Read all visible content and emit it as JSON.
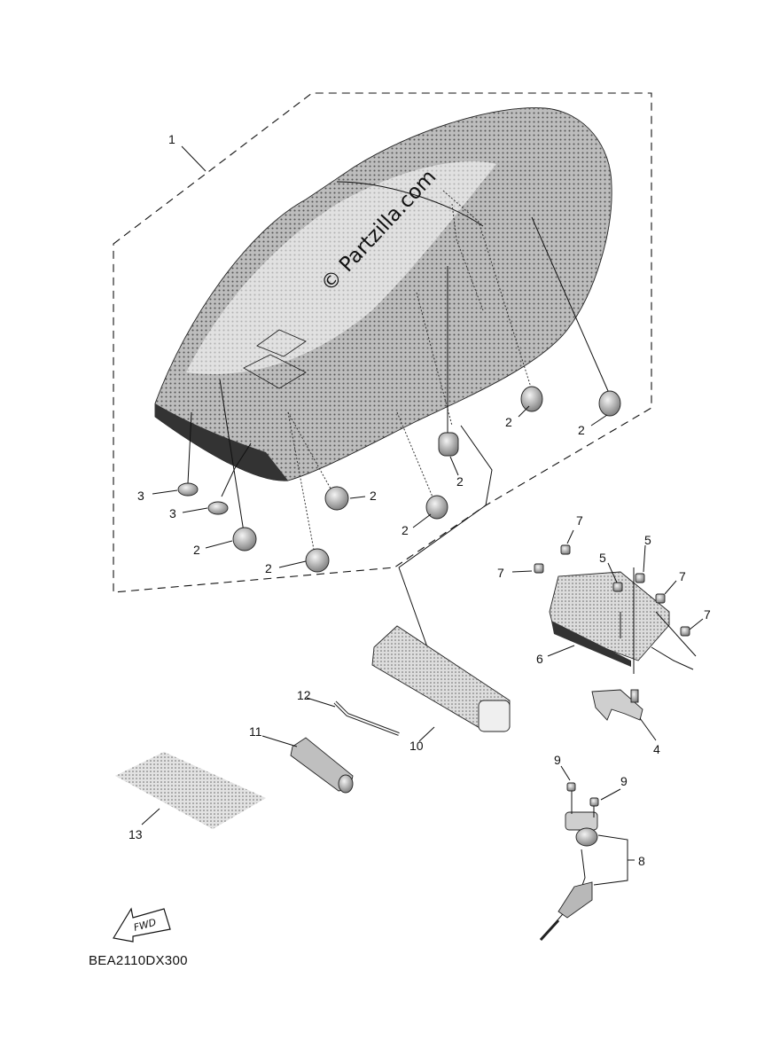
{
  "watermark": "© Partzilla.com",
  "diagram_code": "BEA2110DX300",
  "fwd_label": "FWD",
  "colors": {
    "ink": "#111111",
    "shade": "#8c8c8c",
    "paper": "#ffffff"
  },
  "callouts": [
    {
      "id": "c1",
      "text": "1"
    },
    {
      "id": "c2a",
      "text": "2"
    },
    {
      "id": "c2b",
      "text": "2"
    },
    {
      "id": "c2c",
      "text": "2"
    },
    {
      "id": "c2d",
      "text": "2"
    },
    {
      "id": "c2e",
      "text": "2"
    },
    {
      "id": "c2f",
      "text": "2"
    },
    {
      "id": "c2g",
      "text": "2"
    },
    {
      "id": "c3a",
      "text": "3"
    },
    {
      "id": "c3b",
      "text": "3"
    },
    {
      "id": "c4",
      "text": "4"
    },
    {
      "id": "c5a",
      "text": "5"
    },
    {
      "id": "c5b",
      "text": "5"
    },
    {
      "id": "c6",
      "text": "6"
    },
    {
      "id": "c7a",
      "text": "7"
    },
    {
      "id": "c7b",
      "text": "7"
    },
    {
      "id": "c7c",
      "text": "7"
    },
    {
      "id": "c7d",
      "text": "7"
    },
    {
      "id": "c8",
      "text": "8"
    },
    {
      "id": "c9a",
      "text": "9"
    },
    {
      "id": "c9b",
      "text": "9"
    },
    {
      "id": "c10",
      "text": "10"
    },
    {
      "id": "c11",
      "text": "11"
    },
    {
      "id": "c12",
      "text": "12"
    },
    {
      "id": "c13",
      "text": "13"
    }
  ]
}
